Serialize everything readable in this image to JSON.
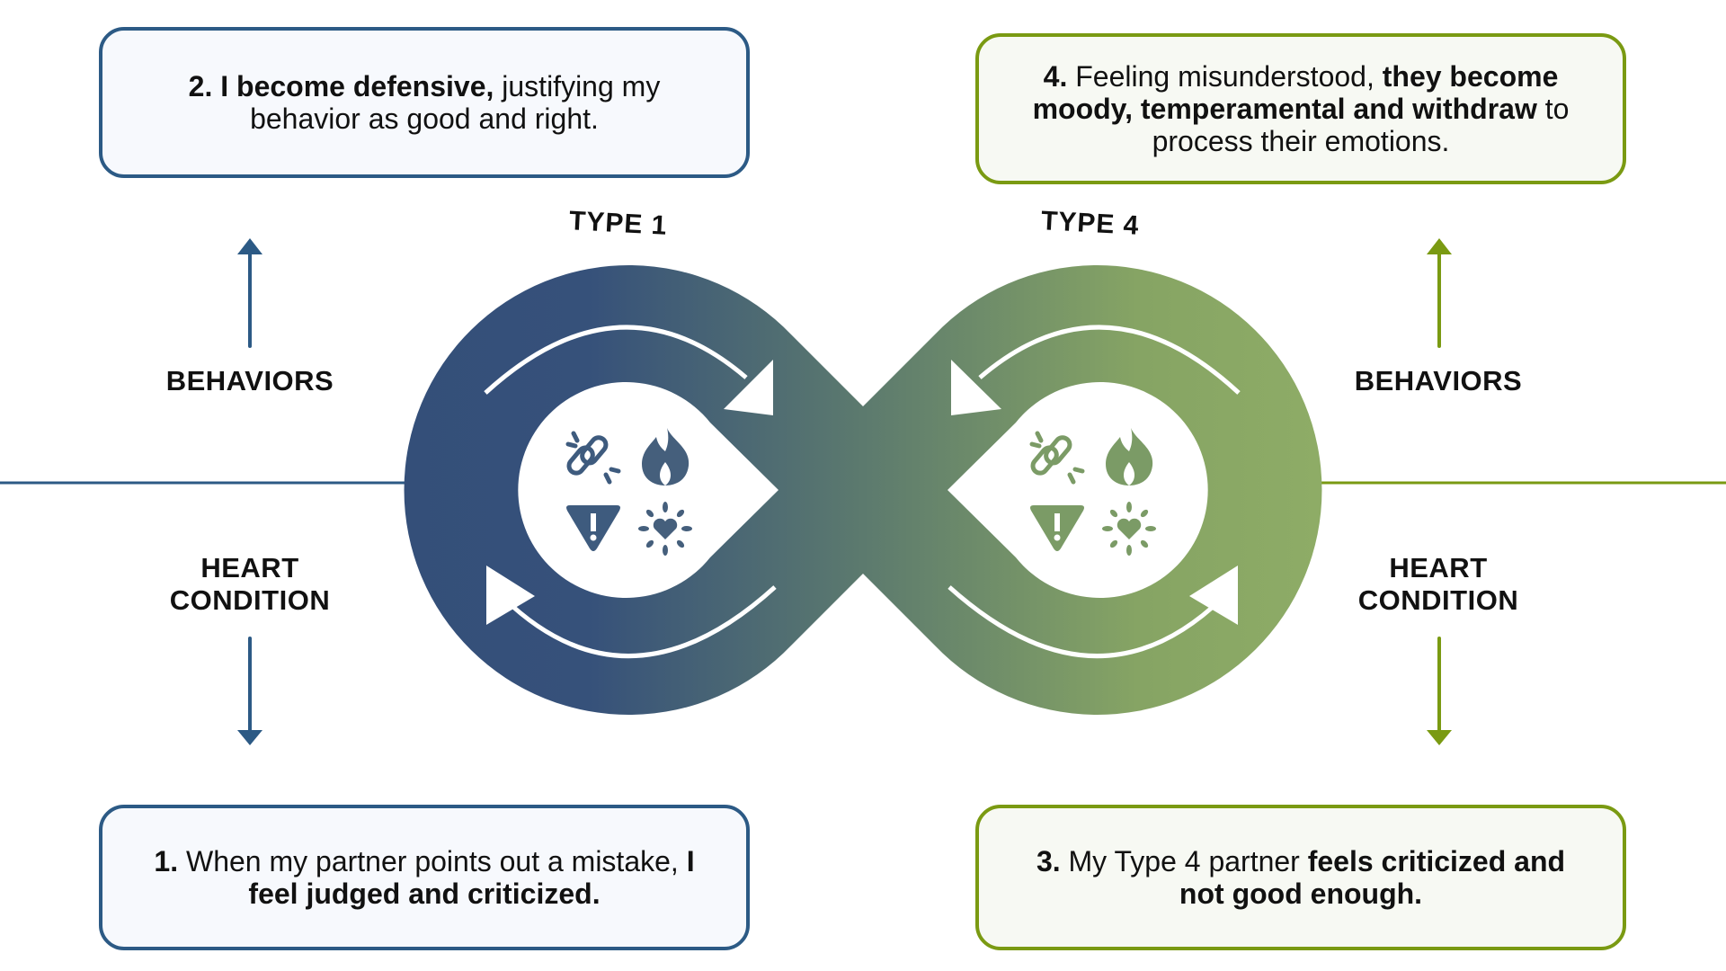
{
  "colors": {
    "type1": "#2c5a85",
    "type1_loop": "#344f79",
    "type4": "#7a9a12",
    "type4_loop": "#8eac66",
    "box_bg_blue": "#f7f9fd",
    "box_bg_green": "#f7f9f3"
  },
  "types": {
    "left": "TYPE 1",
    "right": "TYPE 4"
  },
  "side_labels": {
    "behaviors": "BEHAVIORS",
    "heart_line1": "HEART",
    "heart_line2": "CONDITION"
  },
  "steps": {
    "step1": {
      "num": "1.",
      "text_a": " When my partner points out a mistake, ",
      "text_b": "I feel judged and criticized."
    },
    "step2": {
      "bold_a": "2. I become defensive,",
      "text_a": " justifying my behavior as good and right."
    },
    "step3": {
      "num": "3.",
      "text_a": " My Type 4 partner ",
      "bold_b": "feels criticized and not good enough."
    },
    "step4": {
      "num": "4.",
      "text_a": " Feeling misunderstood, ",
      "bold_b": "they become moody, temperamental and withdraw",
      "text_c": " to process their emotions."
    }
  },
  "icons": [
    "broken-link-icon",
    "flame-icon",
    "warning-icon",
    "burst-heart-icon"
  ]
}
